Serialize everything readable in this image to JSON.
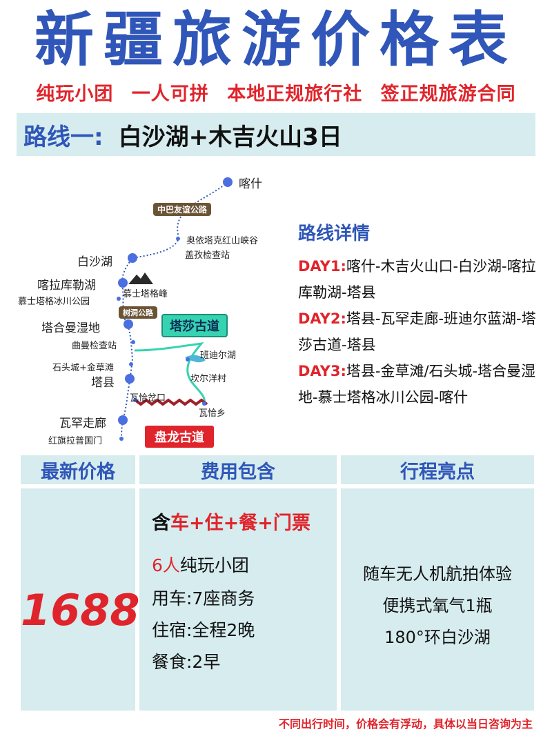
{
  "title": "新疆旅游价格表",
  "taglines": [
    "纯玩小团",
    "一人可拼",
    "本地正规旅行社",
    "签正规旅游合同"
  ],
  "route": {
    "label": "路线一:",
    "name": "白沙湖+木吉火山3日"
  },
  "map": {
    "places": {
      "kashgar": "喀什",
      "zhongba": "中巴友谊公路",
      "aoyi": "奥依塔克红山峡谷",
      "gaizi": "盖孜检查站",
      "baisha": "白沙湖",
      "kalakuli": "喀拉库勒湖",
      "mushitage_peak": "慕士塔格峰",
      "mushitage_park": "慕士塔格冰川公园",
      "shudong": "树洞公路",
      "tahe": "塔合曼湿地",
      "qumansation": "曲曼检查站",
      "tasha": "塔莎古道",
      "bandier": "班迪尔湖",
      "shitou": "石头城+金草滩",
      "kanyer": "坎尔洋村",
      "taxian": "塔县",
      "waqiachakou": "瓦恰岔口",
      "waqiaxiang": "瓦恰乡",
      "wahan": "瓦罕走廊",
      "hongqila": "红旗拉普国门",
      "panlong": "盘龙古道"
    }
  },
  "details": {
    "heading": "路线详情",
    "days": [
      {
        "tag": "DAY1:",
        "text": "喀什-木吉火山口-白沙湖-喀拉库勒湖-塔县"
      },
      {
        "tag": "DAY2:",
        "text": "塔县-瓦罕走廊-班迪尔蓝湖-塔莎古道-塔县"
      },
      {
        "tag": "DAY3:",
        "text": "塔县-金草滩/石头城-塔合曼湿地-慕士塔格冰川公园-喀什"
      }
    ]
  },
  "table": {
    "headers": [
      "最新价格",
      "费用包含",
      "行程亮点"
    ],
    "price": "1688",
    "include": {
      "prefix": "含",
      "highlight": "车+住+餐+门票",
      "group_red": "6人",
      "group_rest": "纯玩小团",
      "car": "用车:7座商务",
      "stay": "住宿:全程2晚",
      "meal": "餐食:2早"
    },
    "highlights": [
      "随车无人机航拍体验",
      "便携式氧气1瓶",
      "180°环白沙湖"
    ]
  },
  "footnote": "不同出行时间，价格会有浮动，具体以当日咨询为主",
  "colors": {
    "blue": "#2f56b8",
    "red": "#e0242b",
    "band": "#d6ecee",
    "teal": "#36d3b0"
  }
}
